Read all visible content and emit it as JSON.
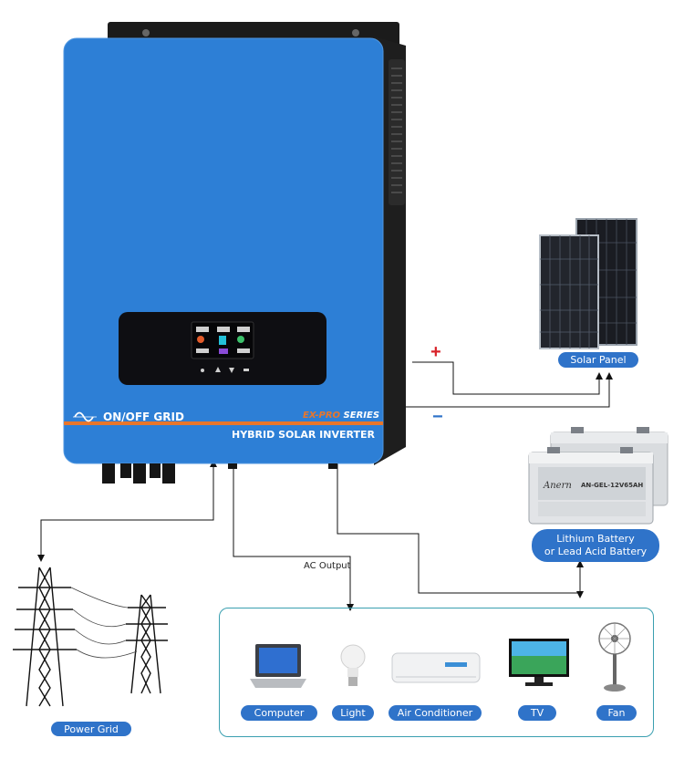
{
  "inverter": {
    "mode_label": "ON/OFF GRID",
    "series_label": "EX-PRO SERIES",
    "series_prefix": "EX-PRO",
    "series_suffix": "SERIES",
    "product_label": "HYBRID SOLAR INVERTER",
    "body_color": "#2d7fd6",
    "accent_color": "#e8762b"
  },
  "solar_panel": {
    "label": "Solar Panel",
    "plus": "+",
    "minus": "−"
  },
  "battery": {
    "label_line1": "Lithium Battery",
    "label_line2": "or Lead Acid Battery",
    "brand": "Anern",
    "model": "AN-GEL-12V65AH"
  },
  "grid": {
    "label": "Power Grid"
  },
  "ac_output": {
    "label": "AC Output"
  },
  "loads": [
    {
      "label": "Computer",
      "icon": "laptop-icon"
    },
    {
      "label": "Light",
      "icon": "bulb-icon"
    },
    {
      "label": "Air Conditioner",
      "icon": "air-conditioner-icon"
    },
    {
      "label": "TV",
      "icon": "tv-icon"
    },
    {
      "label": "Fan",
      "icon": "fan-icon"
    }
  ],
  "colors": {
    "pill": "#2f73c9",
    "plus": "#d8232a",
    "minus": "#2f73c9",
    "box_border": "#3a9fb0"
  }
}
